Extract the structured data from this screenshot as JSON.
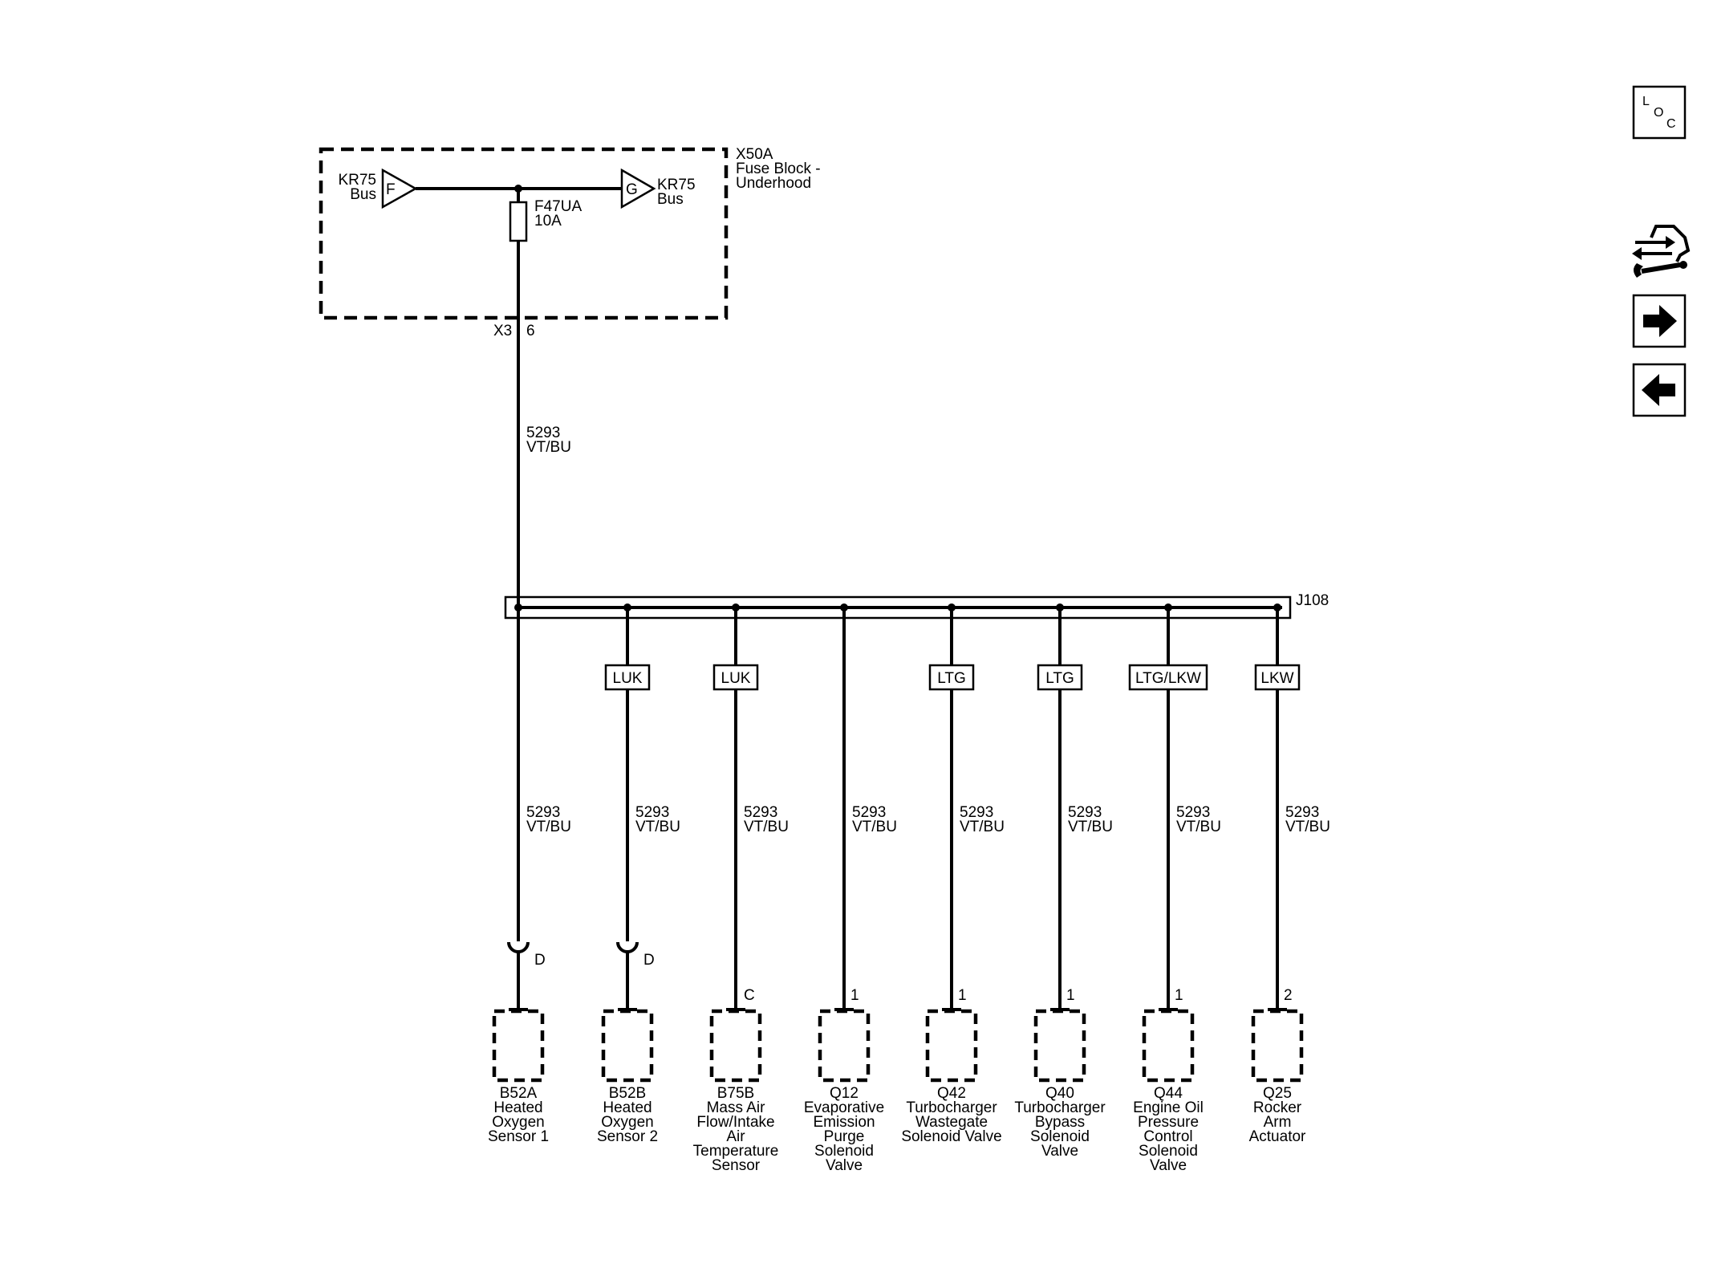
{
  "fuse_block": {
    "id": "X50A",
    "name_line1": "Fuse Block -",
    "name_line2": "Underhood",
    "bus_left": {
      "name": "KR75",
      "sub": "Bus",
      "letter": "F"
    },
    "bus_right": {
      "name": "KR75",
      "sub": "Bus",
      "letter": "G"
    },
    "fuse": {
      "id": "F47UA",
      "rating": "10A"
    },
    "connector": "X3",
    "pin": "6"
  },
  "main_wire": {
    "circuit": "5293",
    "color": "VT/BU"
  },
  "splice": {
    "id": "J108"
  },
  "branches": [
    {
      "option": "",
      "circuit": "5293",
      "color": "VT/BU",
      "pin": "D",
      "inline_connector": true,
      "component": [
        "B52A",
        "Heated",
        "Oxygen",
        "Sensor 1"
      ]
    },
    {
      "option": "LUK",
      "circuit": "5293",
      "color": "VT/BU",
      "pin": "D",
      "inline_connector": true,
      "component": [
        "B52B",
        "Heated",
        "Oxygen",
        "Sensor 2"
      ]
    },
    {
      "option": "LUK",
      "circuit": "5293",
      "color": "VT/BU",
      "pin": "C",
      "inline_connector": false,
      "component": [
        "B75B",
        "Mass Air",
        "Flow/Intake",
        "Air",
        "Temperature",
        "Sensor"
      ]
    },
    {
      "option": "",
      "circuit": "5293",
      "color": "VT/BU",
      "pin": "1",
      "inline_connector": false,
      "component": [
        "Q12",
        "Evaporative",
        "Emission",
        "Purge",
        "Solenoid",
        "Valve"
      ]
    },
    {
      "option": "LTG",
      "circuit": "5293",
      "color": "VT/BU",
      "pin": "1",
      "inline_connector": false,
      "component": [
        "Q42",
        "Turbocharger",
        "Wastegate",
        "Solenoid Valve"
      ]
    },
    {
      "option": "LTG",
      "circuit": "5293",
      "color": "VT/BU",
      "pin": "1",
      "inline_connector": false,
      "component": [
        "Q40",
        "Turbocharger",
        "Bypass",
        "Solenoid",
        "Valve"
      ]
    },
    {
      "option": "LTG/LKW",
      "circuit": "5293",
      "color": "VT/BU",
      "pin": "1",
      "inline_connector": false,
      "component": [
        "Q44",
        "Engine Oil",
        "Pressure",
        "Control",
        "Solenoid",
        "Valve"
      ]
    },
    {
      "option": "LKW",
      "circuit": "5293",
      "color": "VT/BU",
      "pin": "2",
      "inline_connector": false,
      "component": [
        "Q25",
        "Rocker",
        "Arm",
        "Actuator"
      ]
    }
  ],
  "nav": {
    "loc_letters": [
      "L",
      "O",
      "C"
    ],
    "icons": [
      "component-locator-icon",
      "diagnostic-tools-icon",
      "next-page-arrow-icon",
      "previous-page-arrow-icon"
    ]
  }
}
